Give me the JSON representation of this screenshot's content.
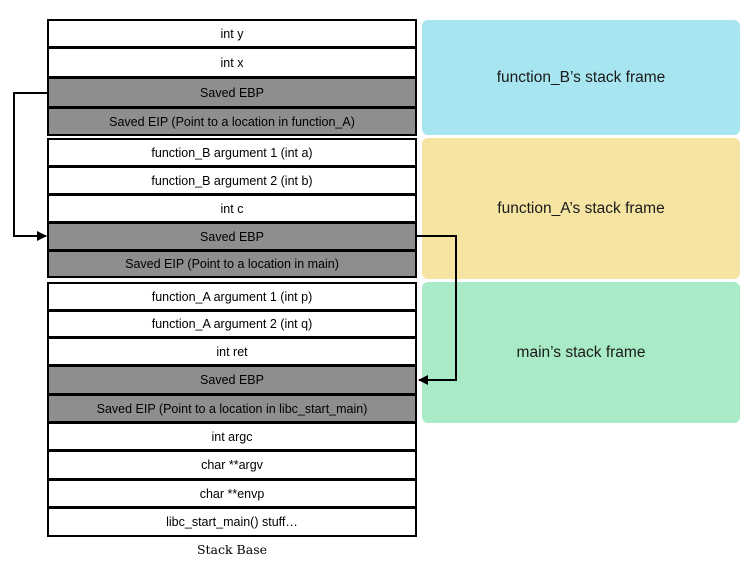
{
  "stack": {
    "cells": [
      {
        "label": "int y",
        "saved": false
      },
      {
        "label": "int x",
        "saved": false
      },
      {
        "label": "Saved EBP",
        "saved": true
      },
      {
        "label": "Saved EIP (Point to a location in function_A)",
        "saved": true
      },
      {
        "label": "function_B argument 1 (int a)",
        "saved": false
      },
      {
        "label": "function_B argument 2 (int b)",
        "saved": false
      },
      {
        "label": "int c",
        "saved": false
      },
      {
        "label": "Saved EBP",
        "saved": true
      },
      {
        "label": "Saved EIP (Point to a location in main)",
        "saved": true
      },
      {
        "label": "function_A argument 1 (int p)",
        "saved": false
      },
      {
        "label": "function_A argument 2 (int q)",
        "saved": false
      },
      {
        "label": "int ret",
        "saved": false
      },
      {
        "label": "Saved EBP",
        "saved": true
      },
      {
        "label": "Saved EIP (Point to a location in libc_start_main)",
        "saved": true
      },
      {
        "label": "int argc",
        "saved": false
      },
      {
        "label": "char **argv",
        "saved": false
      },
      {
        "label": "char **envp",
        "saved": false
      },
      {
        "label": "libc_start_main() stuff…",
        "saved": false
      }
    ],
    "base_label": "Stack Base"
  },
  "frames": [
    {
      "label": "function_B’s stack frame",
      "color": "#a7e6f0"
    },
    {
      "label": "function_A’s stack frame",
      "color": "#f6e4a3"
    },
    {
      "label": "main’s stack frame",
      "color": "#a9ebc6"
    }
  ],
  "colors": {
    "saved_cell": "#8e8e8e",
    "cell": "#ffffff",
    "border": "#000000"
  }
}
